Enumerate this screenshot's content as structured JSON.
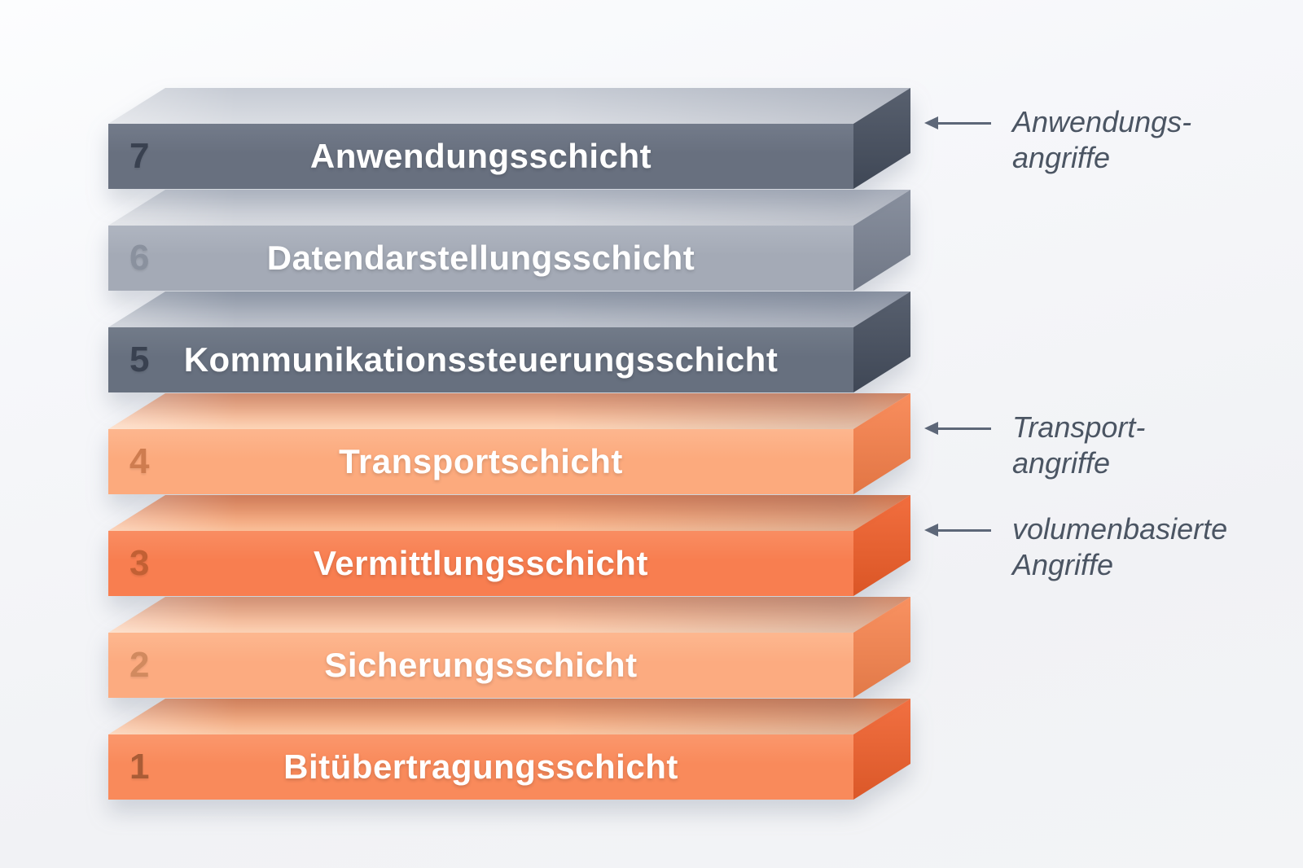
{
  "diagram": {
    "layers": [
      {
        "number": "7",
        "label": "Anwendungsschicht",
        "colors": {
          "front": "#68707F",
          "front_light": "#737B8A",
          "top_back": "#C6CBD4",
          "top_front": "#DADDE3",
          "side": "#454E5E",
          "number": "#394150"
        }
      },
      {
        "number": "6",
        "label": "Datendarstellungsschicht",
        "colors": {
          "front": "#A4AAB6",
          "front_light": "#AFB5C0",
          "top_back": "#C0C5CF",
          "top_front": "#D6D9DF",
          "side": "#7B8393",
          "number": "#8A919E"
        }
      },
      {
        "number": "5",
        "label": "Kommunikationssteuerungsschicht",
        "colors": {
          "front": "#67707F",
          "front_light": "#727B89",
          "top_back": "#99A1AF",
          "top_front": "#BEC3CD",
          "side": "#454E5E",
          "number": "#394150"
        }
      },
      {
        "number": "4",
        "label": "Transportschicht",
        "colors": {
          "front": "#FCAA7D",
          "front_light": "#FDB68E",
          "top_back": "#F09468",
          "top_front": "#FDD6B9",
          "side": "#F8814B",
          "number": "#CE7C4F"
        }
      },
      {
        "number": "3",
        "label": "Vermittlungsschicht",
        "colors": {
          "front": "#F87E50",
          "front_light": "#F98D62",
          "top_back": "#EE7F4C",
          "top_front": "#FAC09A",
          "side": "#F05E29",
          "number": "#C26034"
        }
      },
      {
        "number": "2",
        "label": "Sicherungsschicht",
        "colors": {
          "front": "#FCAB80",
          "front_light": "#FDB78F",
          "top_back": "#F09A70",
          "top_front": "#FCD2B5",
          "side": "#F8854F",
          "number": "#D18A5F"
        }
      },
      {
        "number": "1",
        "label": "Bitübertragungsschicht",
        "colors": {
          "front": "#F98A5B",
          "front_light": "#FA976C",
          "top_back": "#EE8450",
          "top_front": "#FBC8A4",
          "side": "#F0602C",
          "number": "#AA5C36"
        }
      }
    ],
    "annotations": [
      {
        "line1": "Anwendungs-",
        "line2": "angriffe",
        "points_to_layer": "7"
      },
      {
        "line1": "Transport-",
        "line2": "angriffe",
        "points_to_layer": "4"
      },
      {
        "line1": "volumenbasierte",
        "line2": "Angriffe",
        "points_to_layer": "3"
      }
    ],
    "annotation_text_color": "#4B5563",
    "arrow_color": "#5D6778",
    "background_color": "#F3F4F6"
  }
}
